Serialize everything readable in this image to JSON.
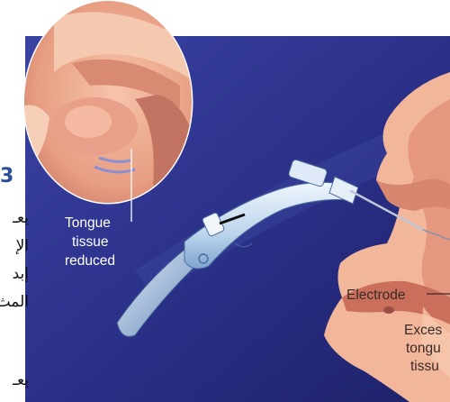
{
  "labels": {
    "inset": [
      "Tongue",
      "tissue",
      "reduced"
    ],
    "electrode": "Electrode",
    "excess": [
      "Exces",
      "tongu",
      "tissu"
    ]
  },
  "side_text": {
    "number": "3",
    "lines": [
      "يعـ",
      "الإ",
      "إبد",
      "المث",
      "يعـ"
    ]
  },
  "colors": {
    "panel_blue": "#2a2f86",
    "skin": "#f2b79a",
    "probe": "#cfe1f3"
  }
}
